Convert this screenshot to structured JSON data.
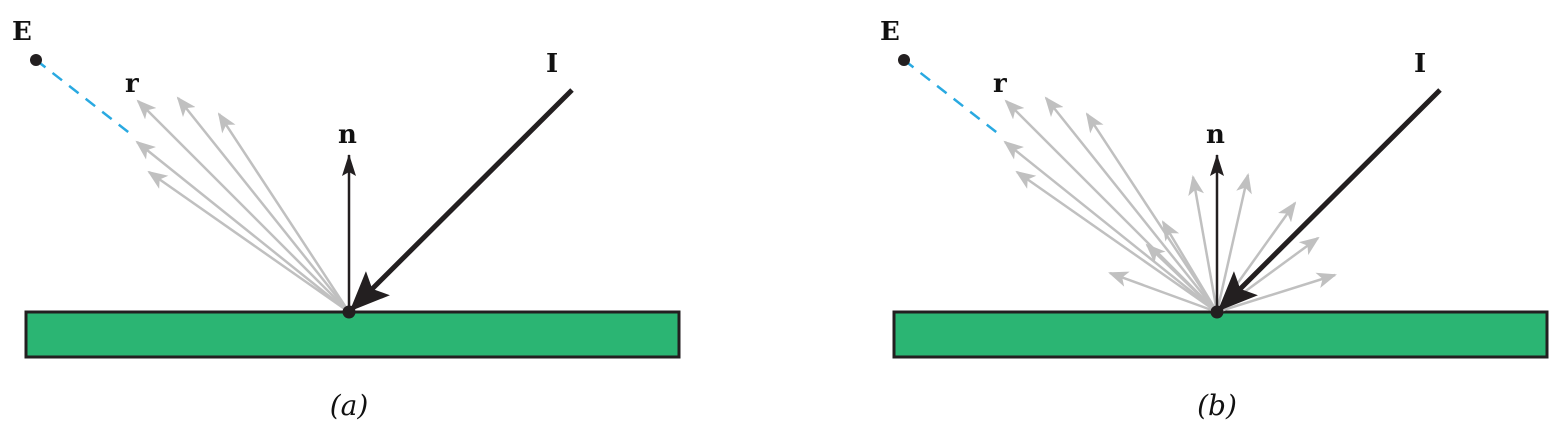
{
  "colors": {
    "surface": "#2bb573",
    "gray_ray": "#c0c0c0",
    "eye_line": "#29a9e1",
    "ink": "#231f20"
  },
  "panels": [
    {
      "id": "a",
      "caption": "(a)",
      "labels": {
        "eye": "E",
        "reflect": "r",
        "normal": "n",
        "incident": "I"
      }
    },
    {
      "id": "b",
      "caption": "(b)",
      "labels": {
        "eye": "E",
        "reflect": "r",
        "normal": "n",
        "incident": "I"
      }
    }
  ]
}
